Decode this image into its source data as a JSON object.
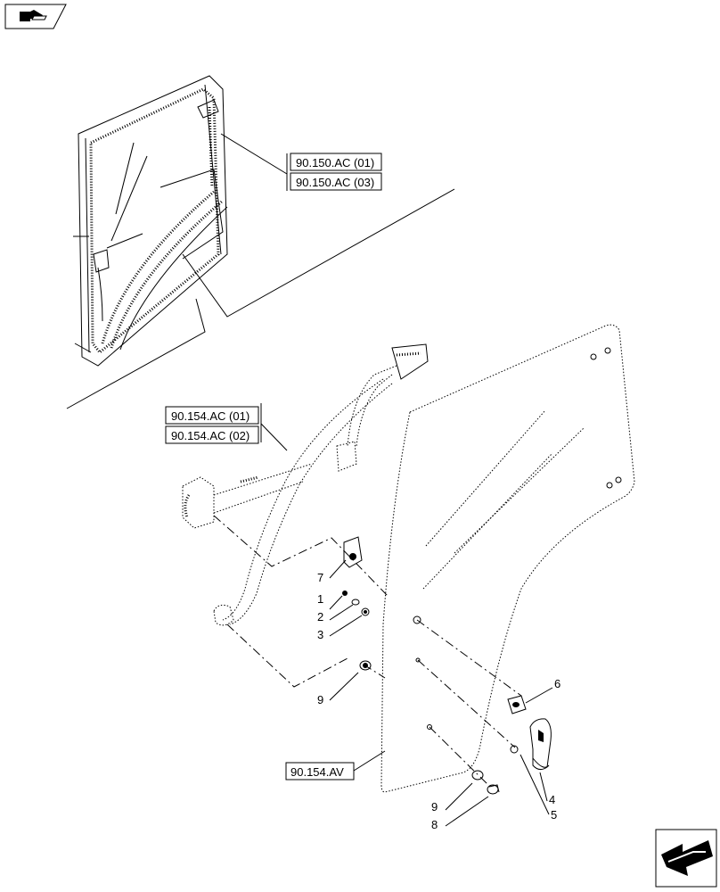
{
  "icons": {
    "top_left": "book-hand-icon",
    "bottom_right": "arrow-nav-icon"
  },
  "references": {
    "cab_1": "90.150.AC (01)",
    "cab_2": "90.150.AC (03)",
    "harness_1": "90.154.AC (01)",
    "harness_2": "90.154.AC (02)",
    "glass": "90.154.AV"
  },
  "callouts": {
    "c1": "1",
    "c2": "2",
    "c3": "3",
    "c4": "4",
    "c5": "5",
    "c6": "6",
    "c7": "7",
    "c8": "8",
    "c9a": "9",
    "c9b": "9"
  }
}
